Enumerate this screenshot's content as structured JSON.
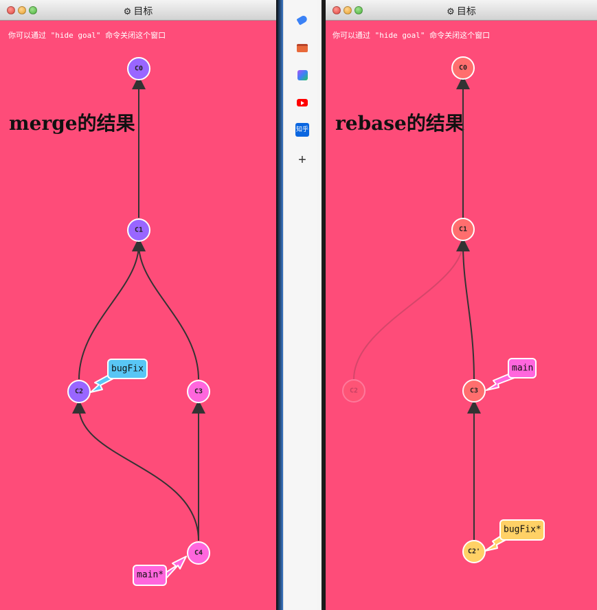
{
  "left_window": {
    "title": "目标",
    "hint": "你可以通过 \"hide goal\" 命令关闭这个窗口",
    "caption": "merge的结果",
    "nodes": {
      "c0": "C0",
      "c1": "C1",
      "c2": "C2",
      "c3": "C3",
      "c4": "C4"
    },
    "branches": {
      "bugfix": "bugFix",
      "main": "main*"
    }
  },
  "right_window": {
    "title": "目标",
    "hint": "你可以通过 \"hide goal\" 命令关闭这个窗口",
    "caption": "rebase的结果",
    "nodes": {
      "c0": "C0",
      "c1": "C1",
      "c2": "C2",
      "c3": "C3",
      "c2p": "C2'"
    },
    "branches": {
      "main": "main",
      "bugfix": "bugFix*"
    }
  },
  "sidebar": {
    "icons": [
      "tag-icon",
      "toolbox-icon",
      "pen-icon",
      "youtube-icon",
      "zhihu-icon",
      "add-icon"
    ],
    "zhihu_label": "知乎",
    "add_label": "+"
  },
  "colors": {
    "background": "#fe4c79",
    "merge_node": "#9966ff",
    "merge_c3_c4": "#ff66dd",
    "rebase_node": "#ff6e6e",
    "c2_prime": "#ffd166",
    "bugfix_tag_left": "#59c6f5",
    "main_tag": "#ff66dd",
    "bugfix_tag_right": "#ffd166"
  }
}
